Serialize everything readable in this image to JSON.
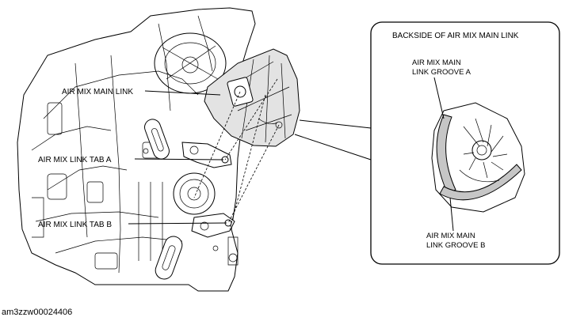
{
  "labels": {
    "main_link": "AIR MIX MAIN LINK",
    "tab_a": "AIR MIX LINK TAB A",
    "tab_b": "AIR MIX LINK TAB B",
    "inset_title": "BACKSIDE OF AIR MIX MAIN LINK",
    "groove_a_line1": "AIR MIX MAIN",
    "groove_a_line2": "LINK GROOVE A",
    "groove_b_line1": "AIR MIX MAIN",
    "groove_b_line2": "LINK GROOVE B"
  },
  "figure_code": "am3zzw00024406"
}
